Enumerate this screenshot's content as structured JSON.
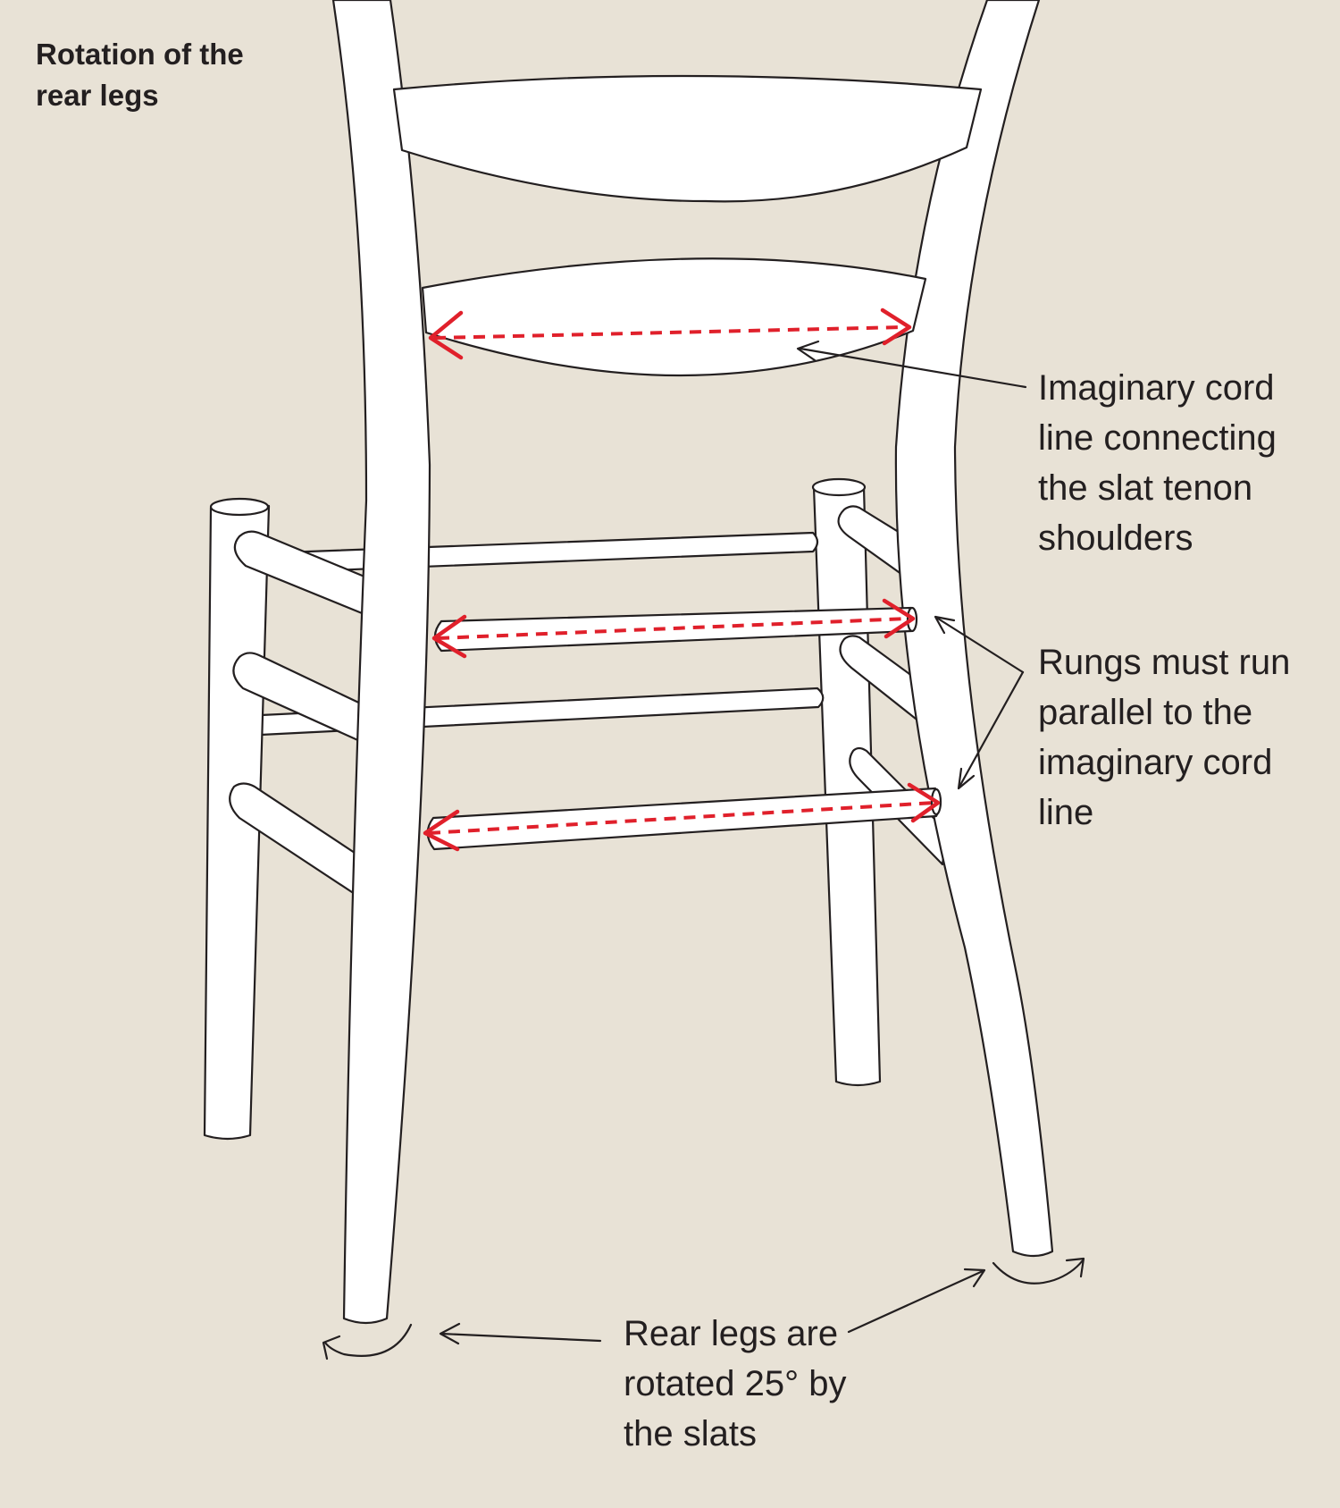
{
  "title": "Rotation of the rear legs",
  "annotations": {
    "cord_line": "Imaginary cord line connecting the slat tenon shoulders",
    "rungs": "Rungs must run parallel to the imaginary cord line",
    "rear_legs": "Rear legs are rotated 25° by the slats"
  },
  "colors": {
    "background": "#e8e2d6",
    "chair_fill": "#ffffff",
    "outline": "#231f20",
    "cord_line": "#e0202b"
  }
}
